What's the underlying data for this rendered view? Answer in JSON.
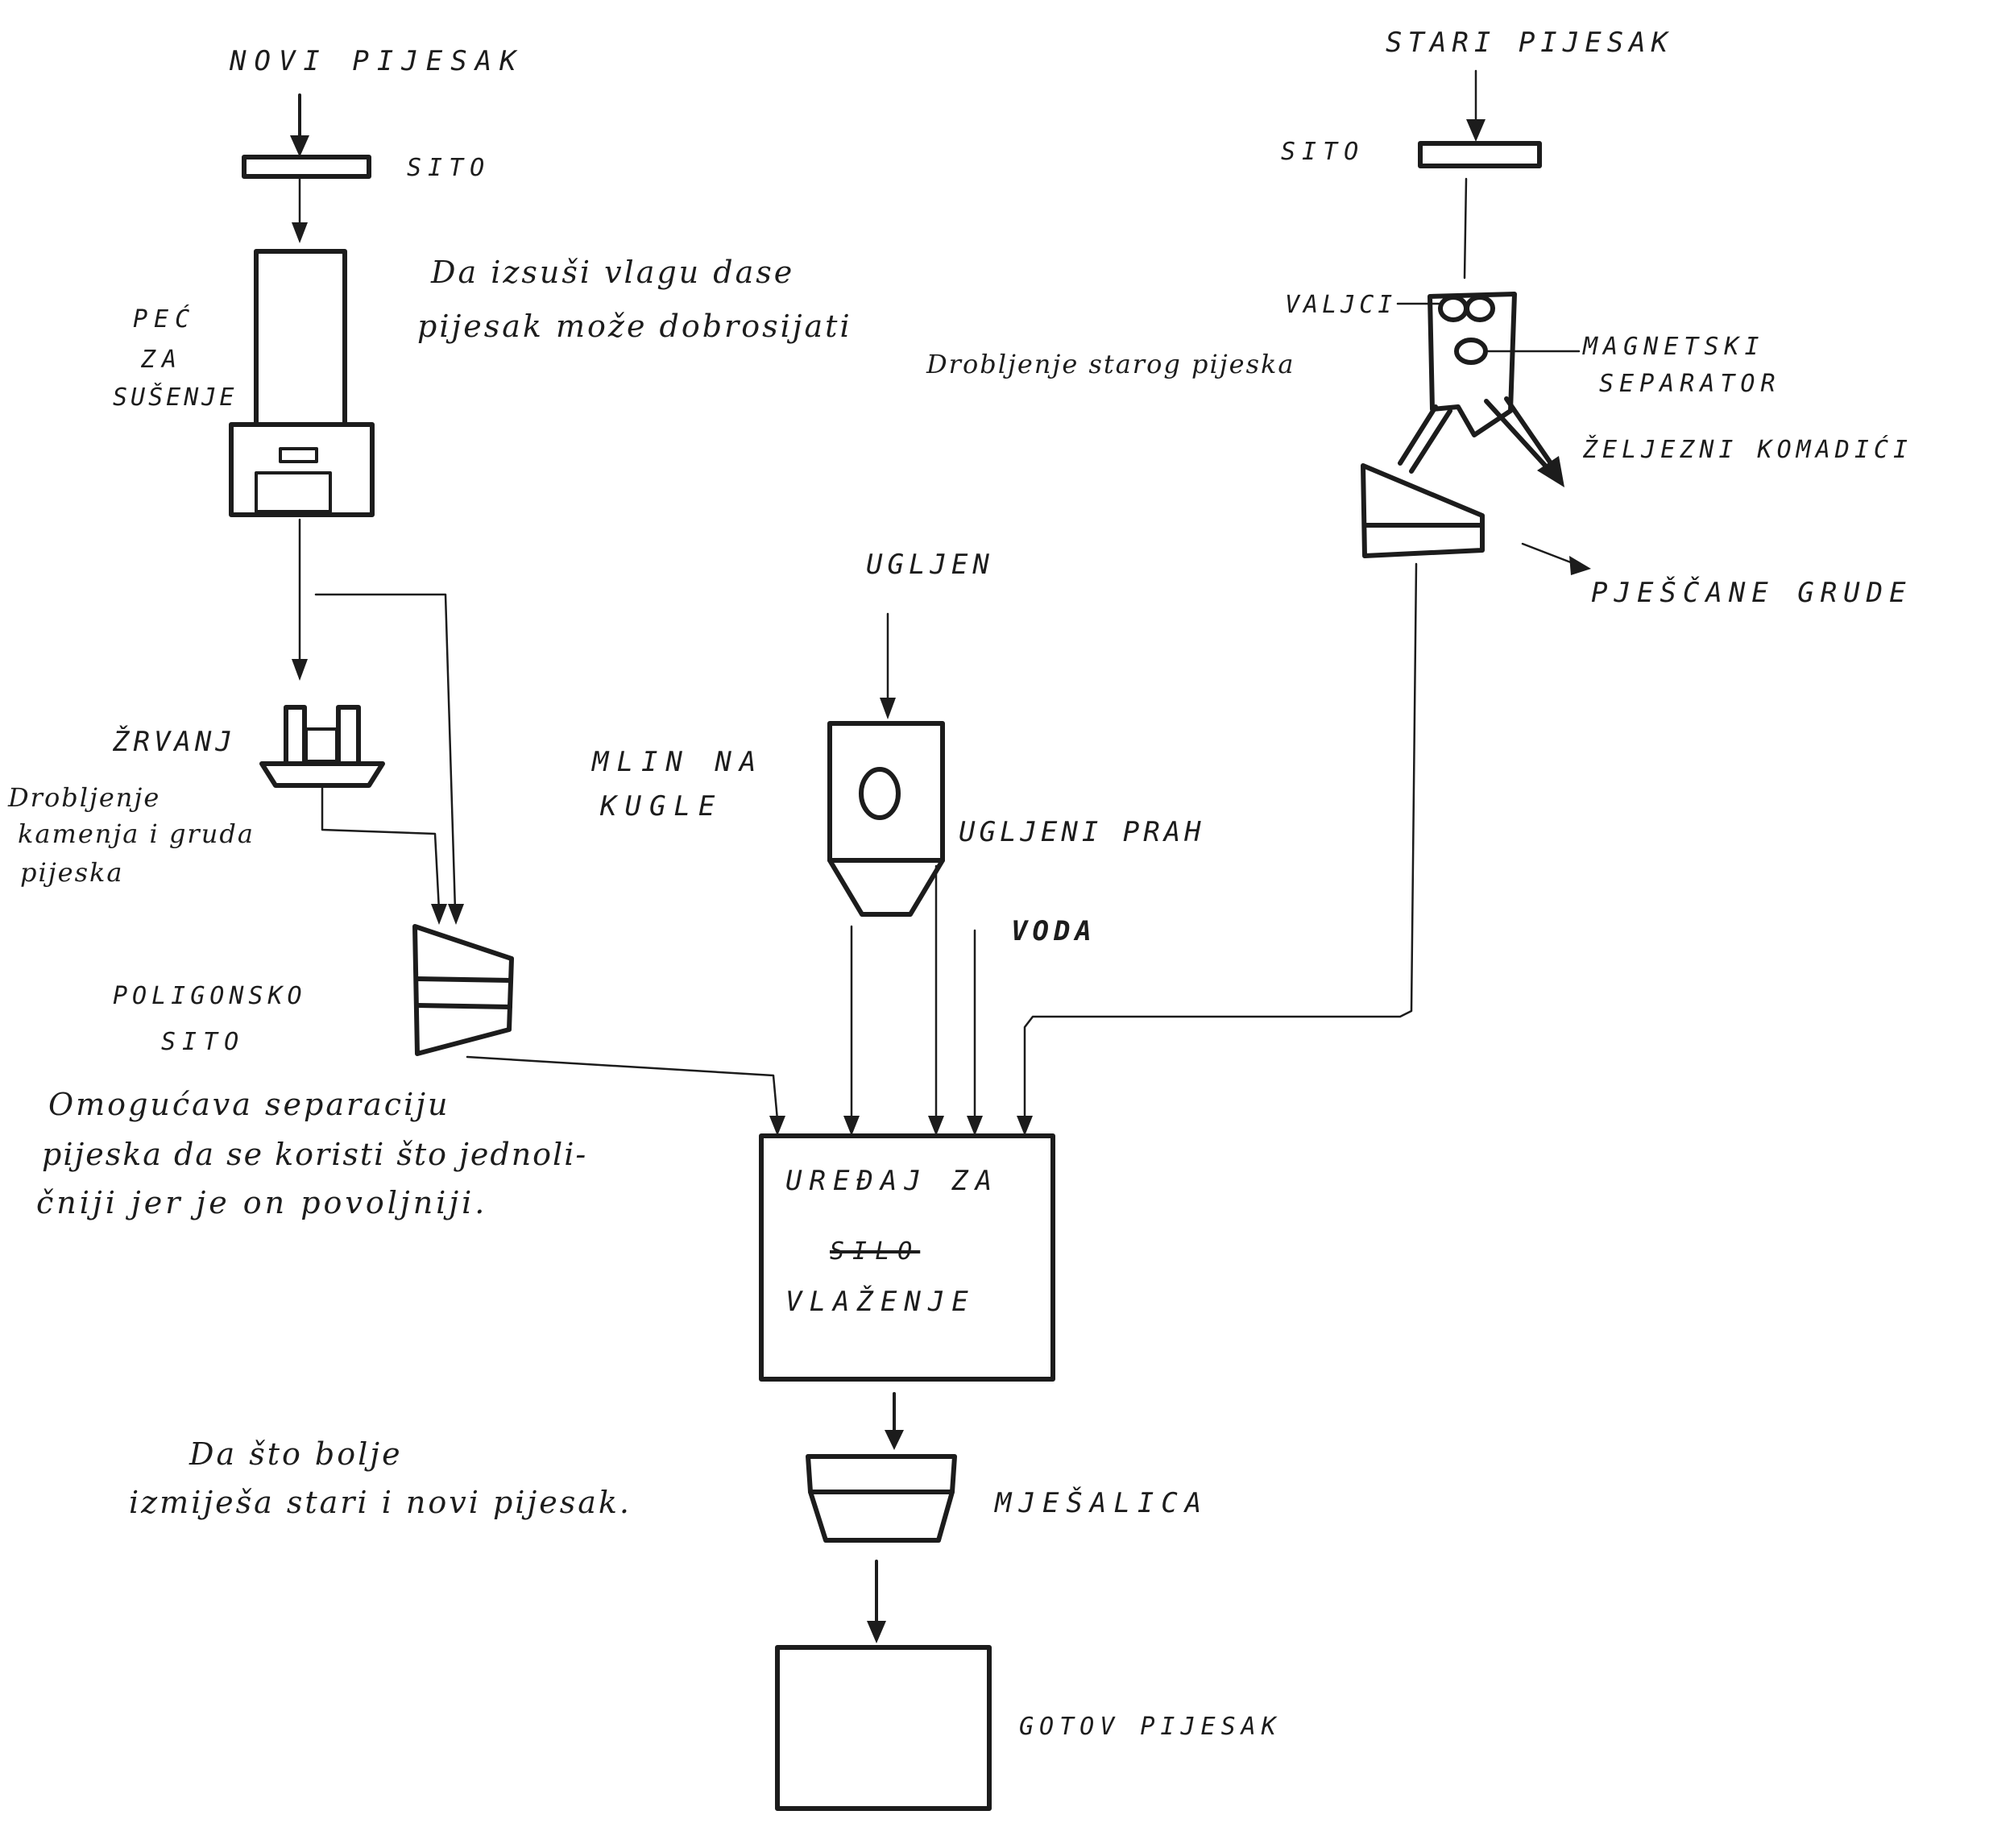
{
  "labels": {
    "novi_pijesak": "NOVI PIJESAK",
    "sito_left": "SITO",
    "note_dry_1": "Da izsuši vlagu dase",
    "note_dry_2": "pijesak može dobrosijati",
    "pec_1": "PEĆ",
    "pec_2": "ZA",
    "pec_3": "SUŠENJE",
    "zrvanj": "ŽRVANJ",
    "note_crush_1": "Drobljenje",
    "note_crush_2": "kamenja i gruda",
    "note_crush_3": "pijeska",
    "poligonsko_1": "POLIGONSKO",
    "poligonsko_2": "SITO",
    "note_sep_1": "Omogućava separaciju",
    "note_sep_2": "pijeska da se koristi što jednoli-",
    "note_sep_3": "čniji jer je on povoljniji.",
    "ugljen": "UGLJEN",
    "mlin_1": "MLIN NA",
    "mlin_2": "KUGLE",
    "ugljeni_prah": "UGLJENI PRAH",
    "voda": "VODA",
    "stari_pijesak": "STARI PIJESAK",
    "sito_right": "SITO",
    "valjci": "VALJCI",
    "note_old_crush": "Drobljenje starog pijeska",
    "magnetski_1": "MAGNETSKI",
    "magnetski_2": "SEPARATOR",
    "zeljezni": "ŽELJEZNI KOMADIĆI",
    "pjescane": "PJEŠČANE GRUDE",
    "uredaj_1": "UREĐAJ ZA",
    "uredaj_struck": "SILO",
    "uredaj_2": "VLAŽENJE",
    "note_mix_1": "Da što bolje",
    "note_mix_2": "izmiješa stari i novi pijesak.",
    "mjesalica": "MJEŠALICA",
    "gotov": "GOTOV PIJESAK"
  },
  "colors": {
    "ink": "#1c1c1c",
    "paper": "#ffffff"
  }
}
